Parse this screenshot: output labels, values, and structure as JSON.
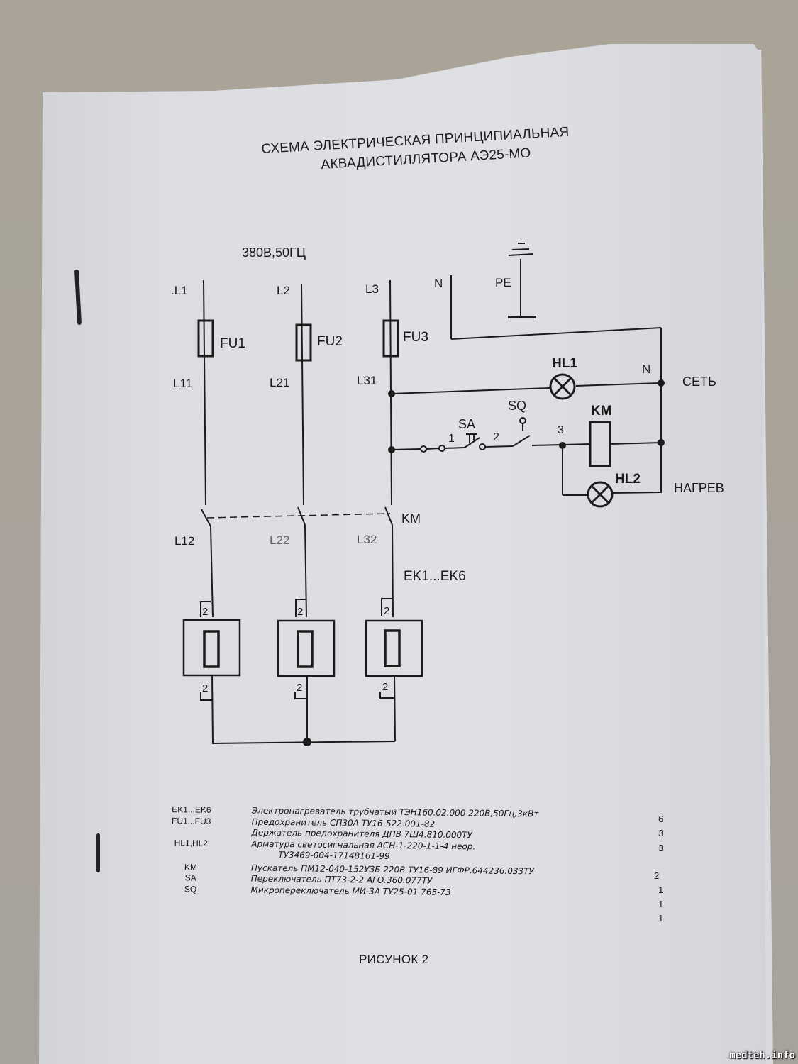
{
  "document": {
    "title_line1": "СХЕМА ЭЛЕКТРИЧЕСКАЯ ПРИНЦИПИАЛЬНАЯ",
    "title_line2": "АКВАДИСТИЛЛЯТОРА АЭ25-МО",
    "caption": "РИСУНОК 2",
    "watermark": "medteh.info"
  },
  "schematic": {
    "supply": "380В,50ГЦ",
    "phases": [
      {
        "input": ".L1",
        "fuse": "FU1",
        "after_fuse": "L11",
        "after_contact": "L12"
      },
      {
        "input": "L2",
        "fuse": "FU2",
        "after_fuse": "L21",
        "after_contact": "L22"
      },
      {
        "input": "L3",
        "fuse": "FU3",
        "after_fuse": "L31",
        "after_contact": "L32"
      }
    ],
    "neutral_label": "N",
    "neutral_node_label": "N",
    "ground_label": "PE",
    "contactor_label": "KM",
    "coil_label": "KM",
    "lamp1_label": "HL1",
    "lamp2_label": "HL2",
    "switch_label": "SA",
    "microswitch_label": "SQ",
    "node1": "1",
    "node2": "2",
    "node3": "3",
    "status_network": "СЕТЬ",
    "status_heating": "НАГРЕВ",
    "heaters_label": "EK1...EK6",
    "heater_multiplier": "2"
  },
  "legend": {
    "rows": [
      {
        "ref": "EK1...EK6",
        "desc": "Электронагреватель трубчатый ТЭН160.02.000  220В,50Гц,3кВт"
      },
      {
        "ref": "FU1...FU3",
        "desc": "Предохранитель СП30А  ТУ16-522.001-82"
      },
      {
        "ref": "",
        "desc": "Держатель предохранителя  ДПВ  7Ш4.810.000ТУ"
      },
      {
        "ref": "HL1,HL2",
        "desc": "Арматура светосигнальная  АСН-1-220-1-1-4  неор."
      },
      {
        "ref": "",
        "desc": "          ТУ3469-004-17148161-99"
      },
      {
        "ref": "KM",
        "desc": "Пускатель  ПМ12-040-152УЗБ  220В  ТУ16-89  ИГФР.644236.033ТУ"
      },
      {
        "ref": "SA",
        "desc": "Переключатель  ПТ73-2-2  АГО.360.077ТУ"
      },
      {
        "ref": "SQ",
        "desc": "Микропереключатель  МИ-3А  ТУ25-01.765-73"
      }
    ],
    "quantities": [
      "6",
      "3",
      "3",
      "2",
      "1",
      "1",
      "1"
    ]
  }
}
